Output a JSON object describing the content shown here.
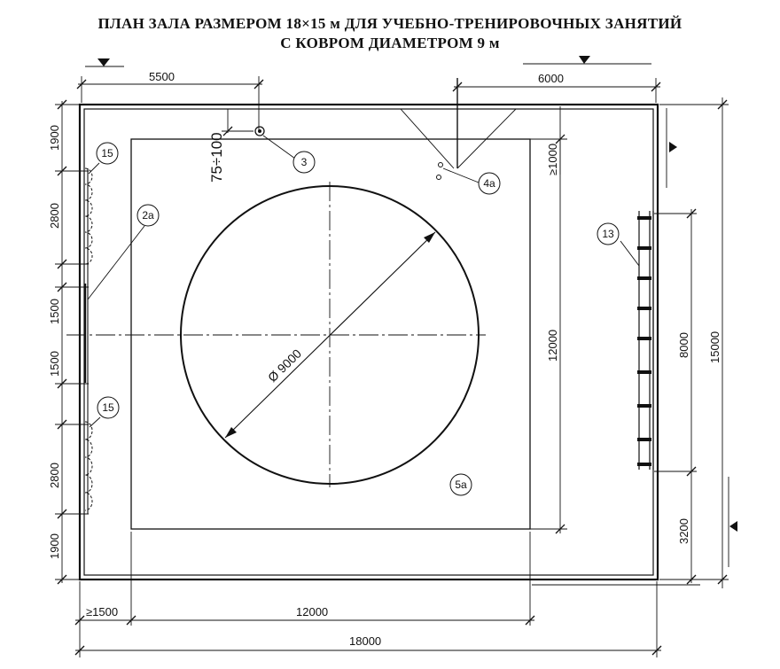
{
  "title": {
    "line1": "ПЛАН ЗАЛА РАЗМЕРОМ 18×15 м ДЛЯ УЧЕБНО-ТРЕНИРОВОЧНЫХ ЗАНЯТИЙ",
    "line2": "С КОВРОМ ДИАМЕТРОМ 9 м"
  },
  "dimensions": {
    "top_left": "5500",
    "top_right": "6000",
    "bottom_offset": "≥1500",
    "bottom_mat": "12000",
    "bottom_total": "18000",
    "right_mat": "12000",
    "right_bars": "8000",
    "right_bars_offset": "3200",
    "right_total": "15000",
    "right_top_offset": "≥1000",
    "left_1": "1900",
    "left_2": "2800",
    "left_3": "1500",
    "left_4": "1500",
    "left_5": "2800",
    "left_6": "1900",
    "fixture_offset": "75÷100",
    "circle_diameter": "Ø 9000"
  },
  "tags": {
    "t15a": "15",
    "t2a": "2a",
    "t3": "3",
    "t4a": "4a",
    "t13": "13",
    "t15b": "15",
    "t5a": "5a"
  }
}
